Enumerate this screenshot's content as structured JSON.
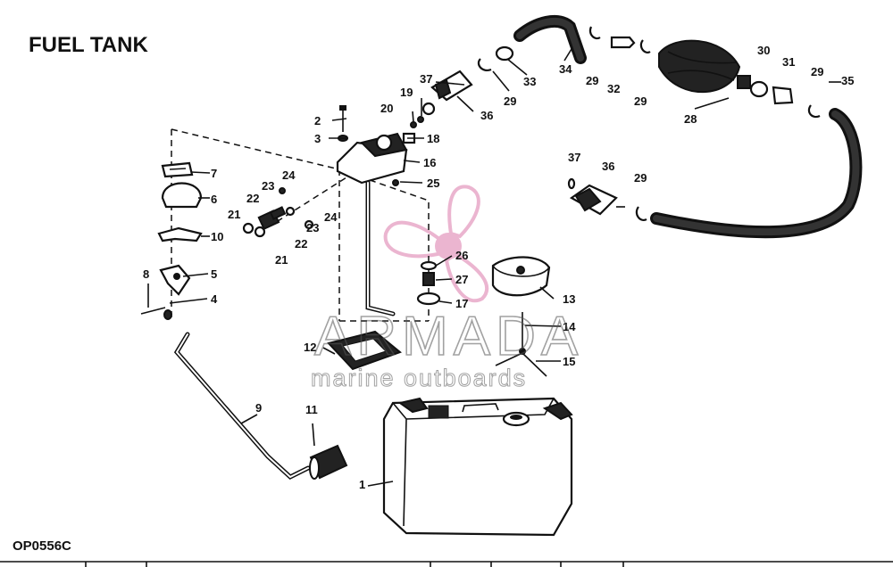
{
  "title": "FUEL TANK",
  "figure_code": "OP0556C",
  "watermark": {
    "brand": "ARMADA",
    "tagline": "marine outboards"
  },
  "callouts": [
    "1",
    "2",
    "3",
    "4",
    "5",
    "6",
    "7",
    "8",
    "9",
    "10",
    "11",
    "12",
    "13",
    "14",
    "15",
    "16",
    "17",
    "18",
    "19",
    "20",
    "21",
    "21",
    "22",
    "22",
    "23",
    "23",
    "24",
    "24",
    "25",
    "26",
    "27",
    "28",
    "29",
    "29",
    "29",
    "29",
    "29",
    "30",
    "31",
    "32",
    "33",
    "34",
    "35",
    "36",
    "36",
    "37",
    "37"
  ],
  "colors": {
    "ink": "#111111",
    "watermark_pink": "#e8a9c8",
    "watermark_gray": "#555555"
  }
}
